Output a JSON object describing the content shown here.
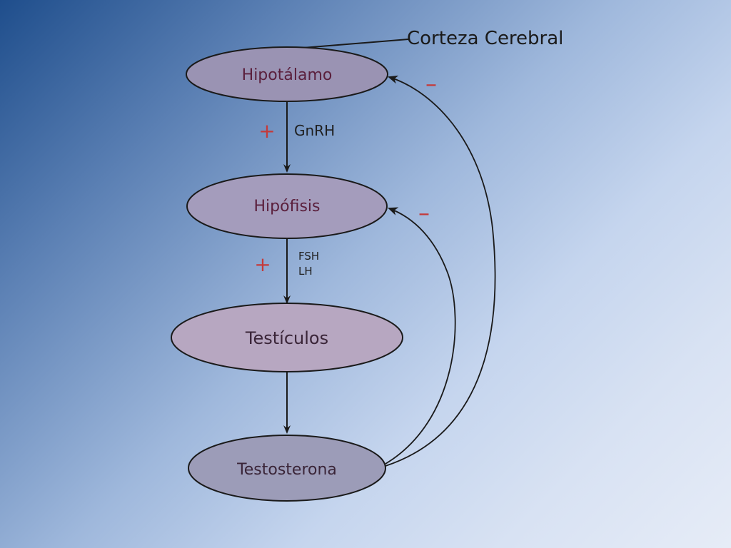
{
  "diagram": {
    "cortex_label": "Corteza Cerebral",
    "nodes": {
      "hypothalamus": "Hipotálamo",
      "pituitary": "Hipófisis",
      "testes": "Testículos",
      "testosterone": "Testosterona"
    },
    "edges": {
      "gnrh_label": "GnRH",
      "fsh_label": "FSH",
      "lh_label": "LH",
      "stimulation_sign": "+",
      "inhibition_sign": "–"
    }
  }
}
